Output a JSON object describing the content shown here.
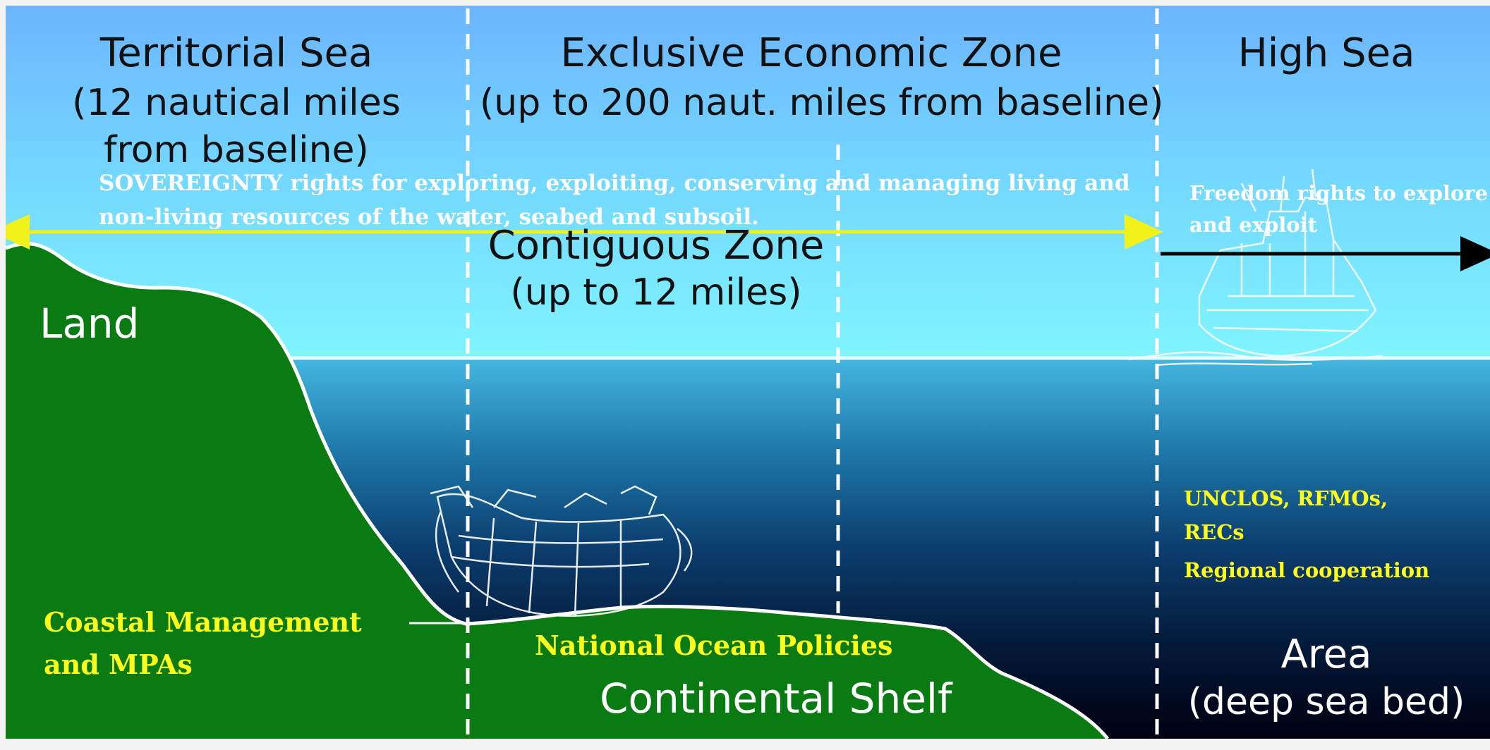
{
  "zones": {
    "territorial_sea": {
      "title": "Territorial Sea",
      "line2": "(12 nautical miles",
      "line3": "from baseline)"
    },
    "eez": {
      "title": "Exclusive Economic Zone",
      "line2": "(up to 200 naut. miles from baseline)"
    },
    "high_sea": {
      "title": "High Sea"
    },
    "contiguous": {
      "title": "Contiguous Zone",
      "line2": "(up to 12 miles)"
    }
  },
  "labels": {
    "land": "Land",
    "continental_shelf": "Continental Shelf",
    "area_line1": "Area",
    "area_line2": "(deep sea bed)"
  },
  "annotations": {
    "sovereignty_line1": "SOVEREIGNTY rights for exploring, exploiting, conserving and managing living and",
    "sovereignty_line2": "non-living resources of the water, seabed and subsoil.",
    "freedom_line1": "Freedom rights to explore",
    "freedom_line2": "and exploit",
    "coastal_line1": "Coastal Management",
    "coastal_line2": "and MPAs",
    "national": "National Ocean Policies",
    "unclos_line1": "UNCLOS, RFMOs,",
    "unclos_line2": "RECs",
    "regional": "Regional cooperation"
  },
  "colors": {
    "sky_top": "#6fb8ff",
    "sky_bottom": "#7ef2ff",
    "sea_top": "#3fb0e0",
    "sea_bottom": "#000010",
    "land": "#0a7a12",
    "annotation_yellow": "#ffff1a",
    "arrow_yellow": "#f2f21a"
  }
}
